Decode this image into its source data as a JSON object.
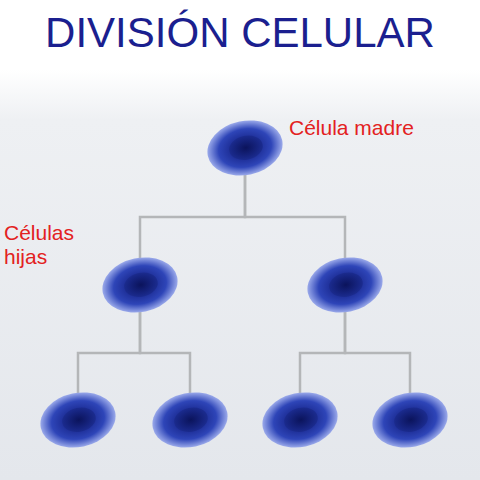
{
  "diagram": {
    "title": "DIVISIÓN CELULAR",
    "nodes": [
      {
        "text": [
          "Célula madre"
        ]
      },
      {
        "text": [
          "Células hijas"
        ]
      },
      {
        "text": []
      },
      {
        "text": []
      },
      {
        "text": []
      },
      {
        "text": []
      },
      {
        "text": []
      }
    ],
    "edges": [
      {
        "from": 0,
        "to": 1,
        "arrow": "none"
      },
      {
        "from": 0,
        "to": 2,
        "arrow": "none"
      },
      {
        "from": 1,
        "to": 3,
        "arrow": "none"
      },
      {
        "from": 1,
        "to": 4,
        "arrow": "none"
      },
      {
        "from": 2,
        "to": 5,
        "arrow": "none"
      },
      {
        "from": 2,
        "to": 6,
        "arrow": "none"
      }
    ]
  }
}
